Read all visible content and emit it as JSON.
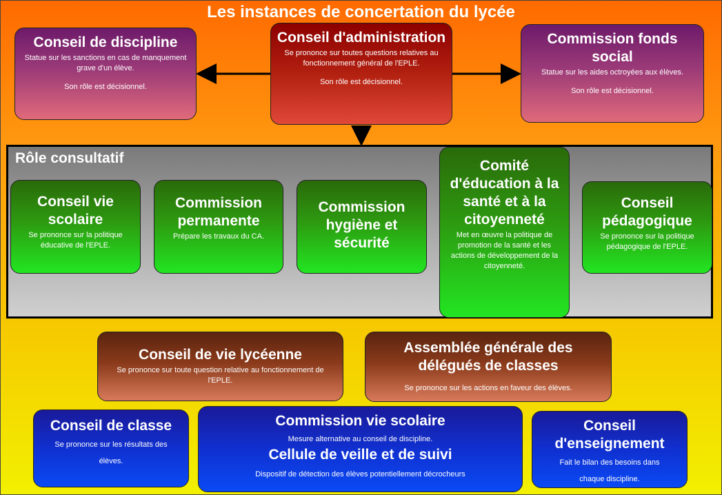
{
  "title": "Les instances de concertation du lycée",
  "boxes": {
    "discipline": {
      "title": "Conseil de discipline",
      "desc": "Statue sur les sanctions en cas de manquement grave d'un élève.",
      "role": "Son rôle est décisionnel."
    },
    "administration": {
      "title": "Conseil d'administration",
      "desc": "Se prononce sur toutes questions relatives au fonctionnement général de l'EPLE.",
      "role": "Son rôle est décisionnel."
    },
    "fonds_social": {
      "title": "Commission fonds social",
      "desc": "Statue sur les aides octroyées aux élèves.",
      "role": "Son rôle est décisionnel."
    },
    "vie_scolaire": {
      "title": "Conseil vie scolaire",
      "desc": "Se prononce sur la politique éducative de l'EPLE."
    },
    "permanente": {
      "title": "Commission permanente",
      "desc": "Prépare les travaux du CA."
    },
    "hygiene": {
      "title": "Commission hygiène et sécurité"
    },
    "sante": {
      "title": "Comité d'éducation à la santé et à la citoyenneté",
      "desc": "Met en œuvre la politique de promotion de la santé et les actions de développement de la citoyenneté."
    },
    "pedagogique": {
      "title": "Conseil pédagogique",
      "desc": "Se prononce sur la politique pédagogique de l'EPLE."
    },
    "cvl": {
      "title": "Conseil de vie lycéenne",
      "desc": "Se prononce sur toute question relative au fonctionnement de l'EPLE."
    },
    "ag_delegues": {
      "title": "Assemblée générale des délégués de classes",
      "desc": "Se prononce sur les actions en faveur des élèves."
    },
    "classe": {
      "title": "Conseil de classe",
      "desc": "Se prononce sur les résultats des élèves."
    },
    "commission_vs": {
      "title": "Commission vie scolaire",
      "desc": "Mesure alternative au conseil de discipline.",
      "title2": "Cellule de veille et de suivi",
      "desc2": "Dispositif de détection des élèves potentiellement décrocheurs"
    },
    "enseignement": {
      "title": "Conseil d'enseignement",
      "desc": "Fait le bilan des besoins dans chaque discipline."
    }
  },
  "consultatif_label": "Rôle consultatif"
}
